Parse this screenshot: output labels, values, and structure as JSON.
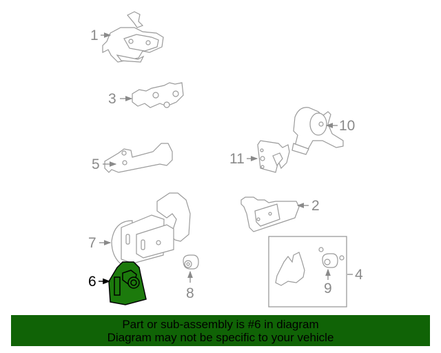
{
  "diagram": {
    "highlighted_part": "6",
    "colors": {
      "part_outline": "#9a9a9a",
      "label": "#8a8a8a",
      "highlight_fill": "#1c7a0c",
      "highlight_outline": "#000000",
      "banner_bg": "#106306",
      "banner_text": "#000000"
    },
    "callouts": [
      {
        "id": "1",
        "label": "1"
      },
      {
        "id": "2",
        "label": "2"
      },
      {
        "id": "3",
        "label": "3"
      },
      {
        "id": "4",
        "label": "4"
      },
      {
        "id": "5",
        "label": "5"
      },
      {
        "id": "6",
        "label": "6"
      },
      {
        "id": "7",
        "label": "7"
      },
      {
        "id": "8",
        "label": "8"
      },
      {
        "id": "9",
        "label": "9"
      },
      {
        "id": "10",
        "label": "10"
      },
      {
        "id": "11",
        "label": "11"
      }
    ]
  },
  "banner": {
    "line1": "Part or sub-assembly is #6 in diagram",
    "line2": "Diagram may not be specific to your vehicle"
  }
}
